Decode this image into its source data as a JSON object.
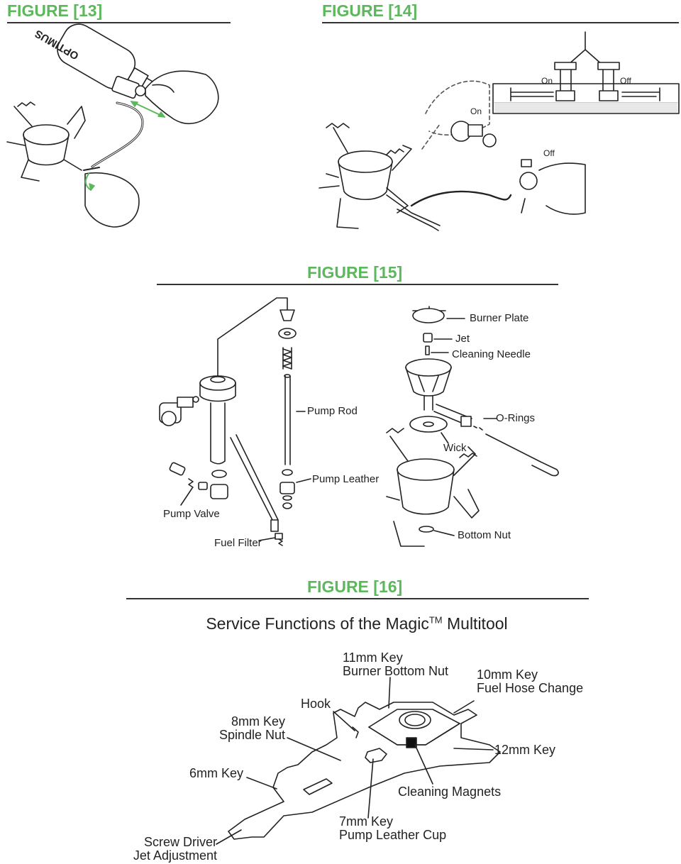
{
  "figures": {
    "f13": {
      "title": "FIGURE [13]"
    },
    "f14": {
      "title": "FIGURE [14]",
      "labels": {
        "on_inset": "On",
        "off_inset": "Off",
        "on_main": "On",
        "off_main": "Off"
      }
    },
    "f15": {
      "title": "FIGURE [15]",
      "labels": {
        "burner_plate": "Burner Plate",
        "jet": "Jet",
        "cleaning_needle": "Cleaning Needle",
        "pump_rod": "Pump Rod",
        "o_rings": "O-Rings",
        "wick": "Wick",
        "pump_leather": "Pump Leather",
        "pump_valve": "Pump Valve",
        "bottom_nut": "Bottom Nut",
        "fuel_filter": "Fuel Filter"
      }
    },
    "f16": {
      "title": "FIGURE [16]",
      "heading": {
        "pre": "Service Functions of the Magic",
        "sup": "TM",
        "post": " Multitool"
      },
      "labels": {
        "k11_a": "11mm Key",
        "k11_b": "Burner Bottom Nut",
        "k10_a": "10mm Key",
        "k10_b": "Fuel Hose Change",
        "hook": "Hook",
        "k8_a": "8mm Key",
        "k8_b": "Spindle Nut",
        "k12": "12mm Key",
        "k6": "6mm Key",
        "magnets": "Cleaning Magnets",
        "k7_a": "7mm Key",
        "k7_b": "Pump Leather Cup",
        "sd_a": "Screw Driver",
        "sd_b": "Jet Adjustment"
      }
    }
  },
  "bottle_brand": "OPTIMUS",
  "colors": {
    "accent": "#5cb85c",
    "ink": "#222222"
  }
}
